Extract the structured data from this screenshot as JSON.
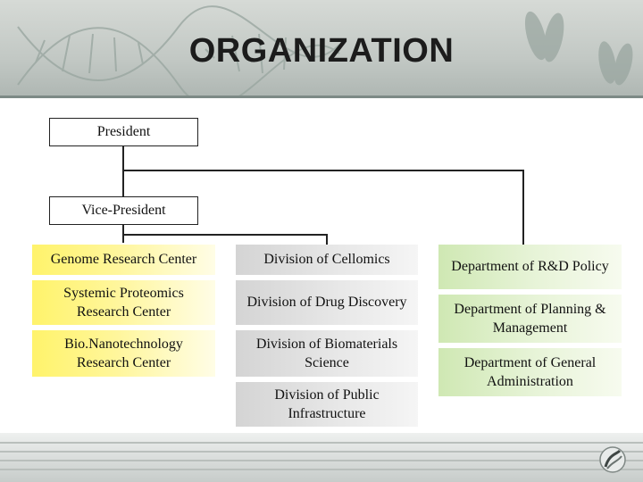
{
  "title": "ORGANIZATION",
  "president": "President",
  "vice_president": "Vice-President",
  "research_centers": [
    "Genome Research Center",
    "Systemic Proteomics Research Center",
    "Bio.Nanotechnology Research Center"
  ],
  "divisions": [
    "Division of Cellomics",
    "Division of Drug Discovery",
    "Division of Biomaterials Science",
    "Division of Public Infrastructure"
  ],
  "departments": [
    "Department of R&D Policy",
    "Department of Planning & Management",
    "Department of General Administration"
  ],
  "colors": {
    "research_center_fill": "#fff36b",
    "division_fill": "#e0e0e0",
    "department_fill": "#d9eec4",
    "connector": "#222222"
  },
  "icons": [
    "dna-helix-image",
    "chromosome-image",
    "logo-icon"
  ]
}
